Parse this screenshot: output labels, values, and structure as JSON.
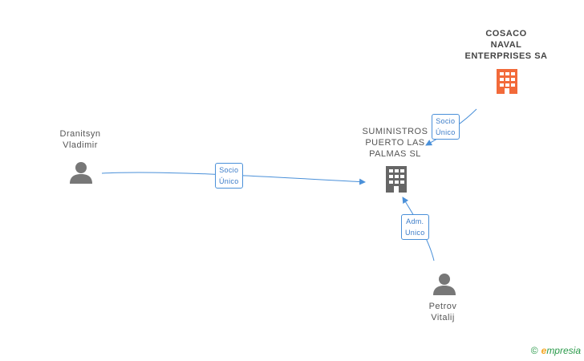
{
  "nodes": {
    "cosaco": {
      "lines": [
        "COSACO",
        "NAVAL",
        "ENTERPRISES SA"
      ],
      "type": "company",
      "color": "#f26a3a"
    },
    "suministros": {
      "lines": [
        "SUMINISTROS",
        "PUERTO LAS",
        "PALMAS SL"
      ],
      "type": "company",
      "color": "#666666"
    },
    "dranitsyn": {
      "lines": [
        "Dranitsyn",
        "Vladimir"
      ],
      "type": "person",
      "color": "#777777"
    },
    "petrov": {
      "lines": [
        "Petrov",
        "Vitalij"
      ],
      "type": "person",
      "color": "#777777"
    }
  },
  "edges": {
    "cosaco_to_suministros": [
      "Socio",
      "Único"
    ],
    "dranitsyn_to_suministros": [
      "Socio",
      "Único"
    ],
    "petrov_to_suministros": [
      "Adm.",
      "Unico"
    ]
  },
  "footer": {
    "copyright": "©",
    "brand_initial": "e",
    "brand_rest": "mpresia"
  },
  "colors": {
    "edge": "#4a90d9",
    "company_highlight": "#f26a3a",
    "company": "#666666",
    "person": "#777777"
  }
}
